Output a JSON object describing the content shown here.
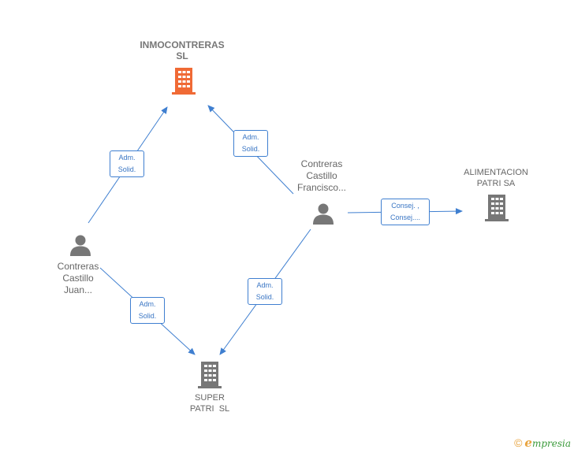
{
  "colors": {
    "edge": "#3f7fd0",
    "person": "#777777",
    "company": "#777777",
    "company_main": "#f06a35"
  },
  "nodes": {
    "inmocontreras": {
      "line1": "INMOCONTRERAS",
      "line2": "SL",
      "icon": "building-icon"
    },
    "alimentacion": {
      "line1": "ALIMENTACION",
      "line2": "PATRI SA",
      "icon": "building-icon"
    },
    "super_patri": {
      "line1": "SUPER",
      "line2": "PATRI  SL",
      "icon": "building-icon"
    },
    "francisco": {
      "line1": "Contreras",
      "line2": "Castillo",
      "line3": "Francisco...",
      "icon": "person-icon"
    },
    "juan": {
      "line1": "Contreras",
      "line2": "Castillo",
      "line3": "Juan...",
      "icon": "person-icon"
    }
  },
  "edges": {
    "juan_inmo": {
      "line1": "Adm.",
      "line2": "Solid."
    },
    "francisco_inmo": {
      "line1": "Adm.",
      "line2": "Solid."
    },
    "francisco_alim": {
      "line1": "Consej. ,",
      "line2": "Consej...."
    },
    "juan_super": {
      "line1": "Adm.",
      "line2": "Solid."
    },
    "francisco_super": {
      "line1": "Adm.",
      "line2": "Solid."
    }
  },
  "footer": {
    "copyright": "©",
    "brand_first": "e",
    "brand_rest": "mpresia"
  }
}
